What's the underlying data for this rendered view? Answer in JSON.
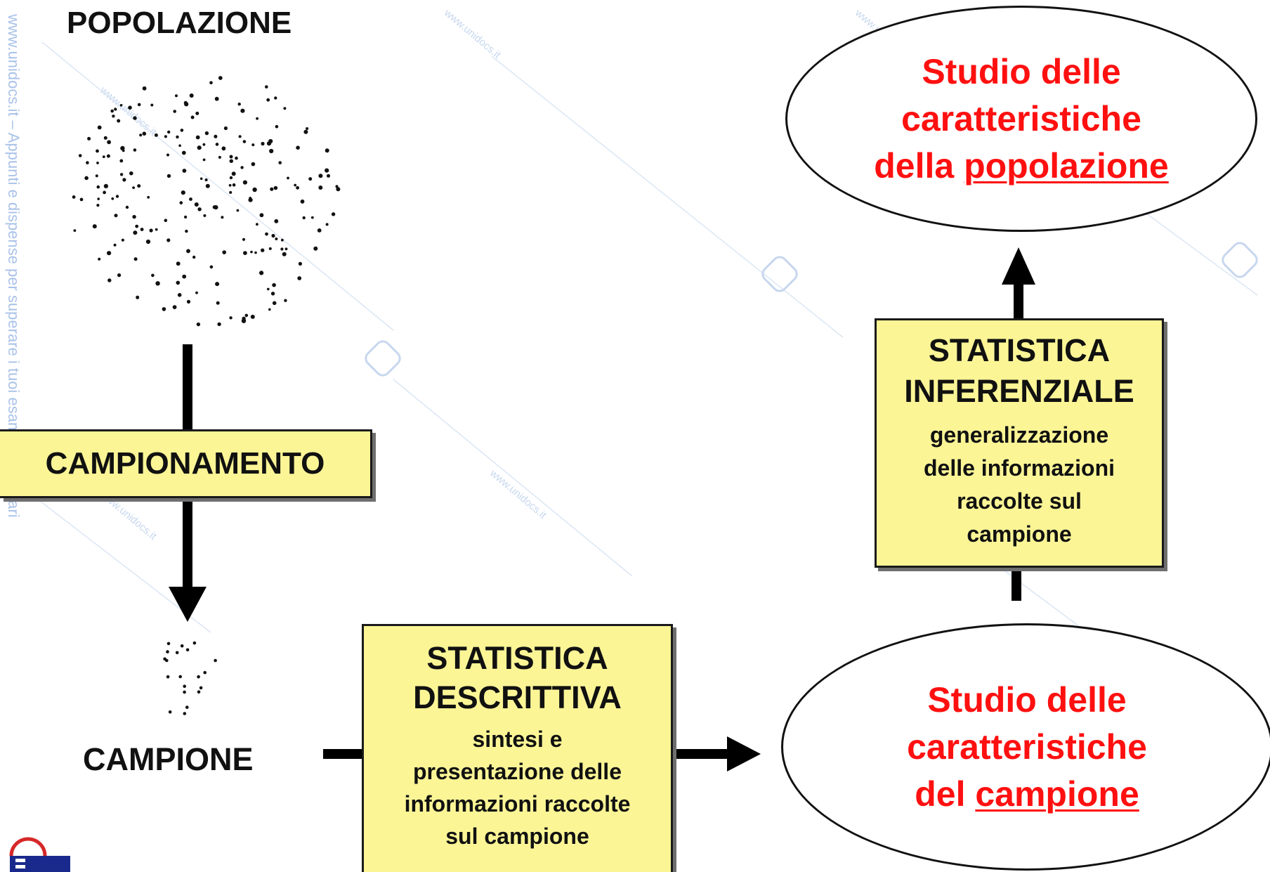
{
  "diagram": {
    "population_label": "POPOLAZIONE",
    "sampling_label": "CAMPIONAMENTO",
    "sample_label": "CAMPIONE",
    "descriptive": {
      "title_line1": "STATISTICA",
      "title_line2": "DESCRITTIVA",
      "body_line1": "sintesi e",
      "body_line2": "presentazione delle",
      "body_line3": "informazioni raccolte",
      "body_line4": "sul campione"
    },
    "inferential": {
      "title_line1": "STATISTICA",
      "title_line2": "INFERENZIALE",
      "body_line1": "generalizzazione",
      "body_line2": "delle informazioni",
      "body_line3": "raccolte sul",
      "body_line4": "campione"
    },
    "population_study": {
      "line1": "Studio delle",
      "line2": "caratteristiche",
      "line3_prefix": "della ",
      "line3_underlined": "popolazione"
    },
    "sample_study": {
      "line1": "Studio delle",
      "line2": "caratteristiche",
      "line3_prefix": "del ",
      "line3_underlined": "campione"
    }
  },
  "watermark": {
    "site": "www.unidocs.it",
    "side_text": "www.unidocs.it – Appunti e dispense per superare i tuoi esami universitari"
  },
  "colors": {
    "box_fill": "#fbf596",
    "accent_red": "#ff1010",
    "watermark_blue": "#c7d7ee"
  }
}
